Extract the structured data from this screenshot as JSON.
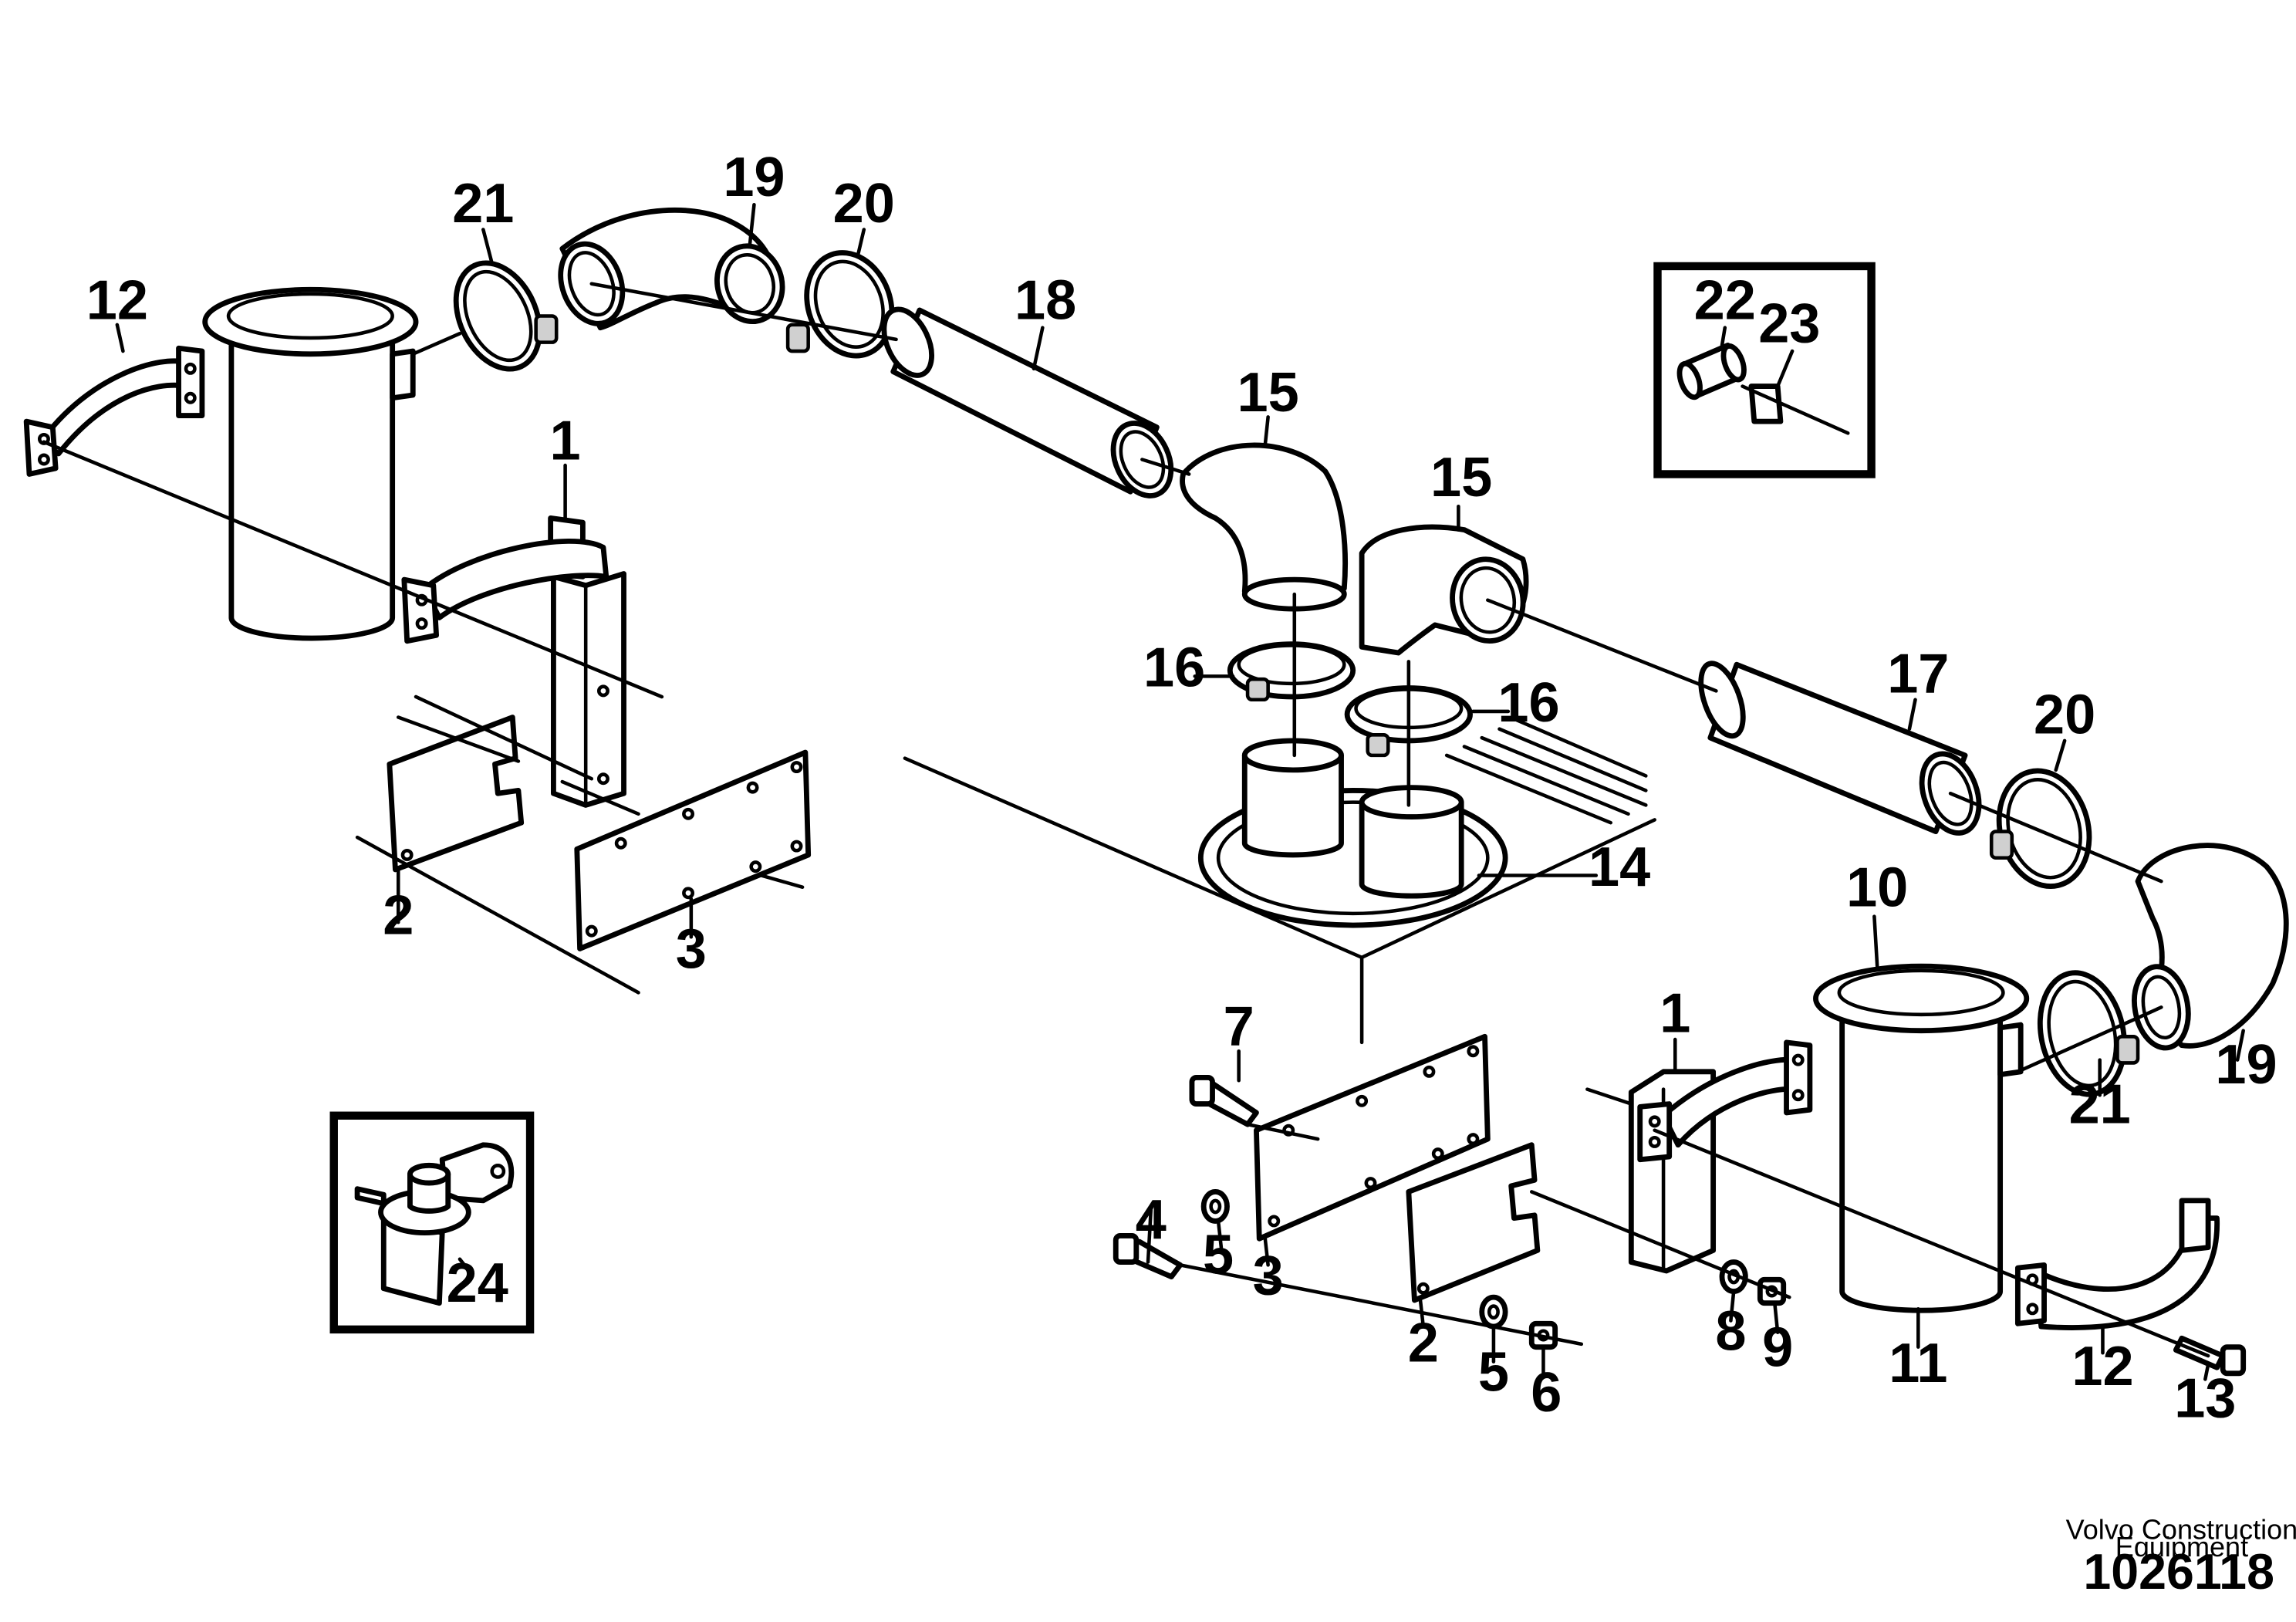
{
  "callouts": [
    {
      "id": "c-21a",
      "label": "21"
    },
    {
      "id": "c-19a",
      "label": "19"
    },
    {
      "id": "c-20a",
      "label": "20"
    },
    {
      "id": "c-18",
      "label": "18"
    },
    {
      "id": "c-12a",
      "label": "12"
    },
    {
      "id": "c-1a",
      "label": "1"
    },
    {
      "id": "c-15a",
      "label": "15"
    },
    {
      "id": "c-15b",
      "label": "15"
    },
    {
      "id": "c-22",
      "label": "22"
    },
    {
      "id": "c-23",
      "label": "23"
    },
    {
      "id": "c-16a",
      "label": "16"
    },
    {
      "id": "c-16b",
      "label": "16"
    },
    {
      "id": "c-17",
      "label": "17"
    },
    {
      "id": "c-20b",
      "label": "20"
    },
    {
      "id": "c-14",
      "label": "14"
    },
    {
      "id": "c-2a",
      "label": "2"
    },
    {
      "id": "c-3a",
      "label": "3"
    },
    {
      "id": "c-10",
      "label": "10"
    },
    {
      "id": "c-1b",
      "label": "1"
    },
    {
      "id": "c-7",
      "label": "7"
    },
    {
      "id": "c-19b",
      "label": "19"
    },
    {
      "id": "c-21b",
      "label": "21"
    },
    {
      "id": "c-4",
      "label": "4"
    },
    {
      "id": "c-5a",
      "label": "5"
    },
    {
      "id": "c-3b",
      "label": "3"
    },
    {
      "id": "c-24",
      "label": "24"
    },
    {
      "id": "c-8",
      "label": "8"
    },
    {
      "id": "c-9",
      "label": "9"
    },
    {
      "id": "c-2b",
      "label": "2"
    },
    {
      "id": "c-5b",
      "label": "5"
    },
    {
      "id": "c-6",
      "label": "6"
    },
    {
      "id": "c-11",
      "label": "11"
    },
    {
      "id": "c-12b",
      "label": "12"
    },
    {
      "id": "c-13",
      "label": "13"
    }
  ],
  "footer": {
    "credit_line1": "Volvo Construction",
    "credit_line2": "Equipment",
    "doc_number": "1026118"
  }
}
